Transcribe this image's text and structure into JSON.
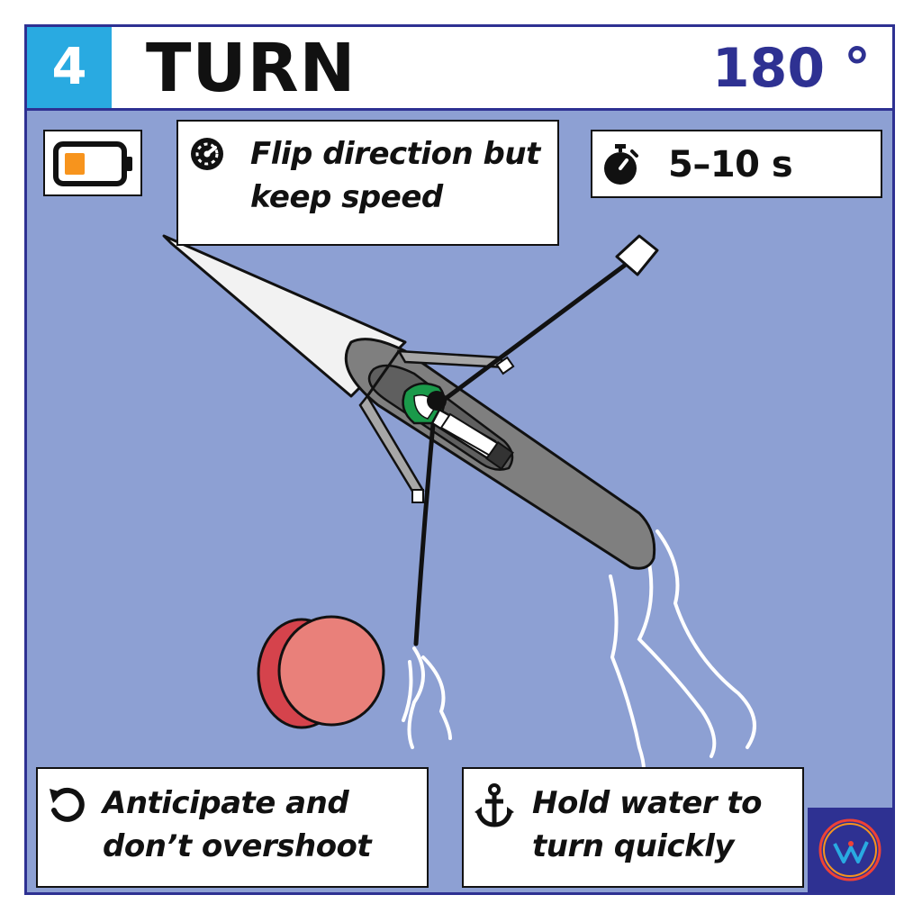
{
  "header": {
    "step_number": "4",
    "title": "TURN",
    "angle": "180 °"
  },
  "cards": {
    "objective": "Flip direction but keep speed",
    "duration": "5–10 s",
    "tip_left": "Anticipate and don’t overshoot",
    "tip_right": "Hold water to turn quickly"
  },
  "icons": {
    "battery": "battery-icon",
    "speed": "speedometer-icon",
    "timer": "stopwatch-icon",
    "rotate": "rotate-ccw-icon",
    "anchor": "anchor-icon",
    "logo": "logo-icon"
  },
  "colors": {
    "frame_border": "#2e3192",
    "water": "#8da0d3",
    "step_badge": "#29aae1",
    "angle_text": "#2e3192",
    "battery_fill": "#f7941d",
    "buoy": "#e9807a",
    "boat_hull": "#7f7f7f",
    "rower_shirt": "#1a9a4a"
  }
}
